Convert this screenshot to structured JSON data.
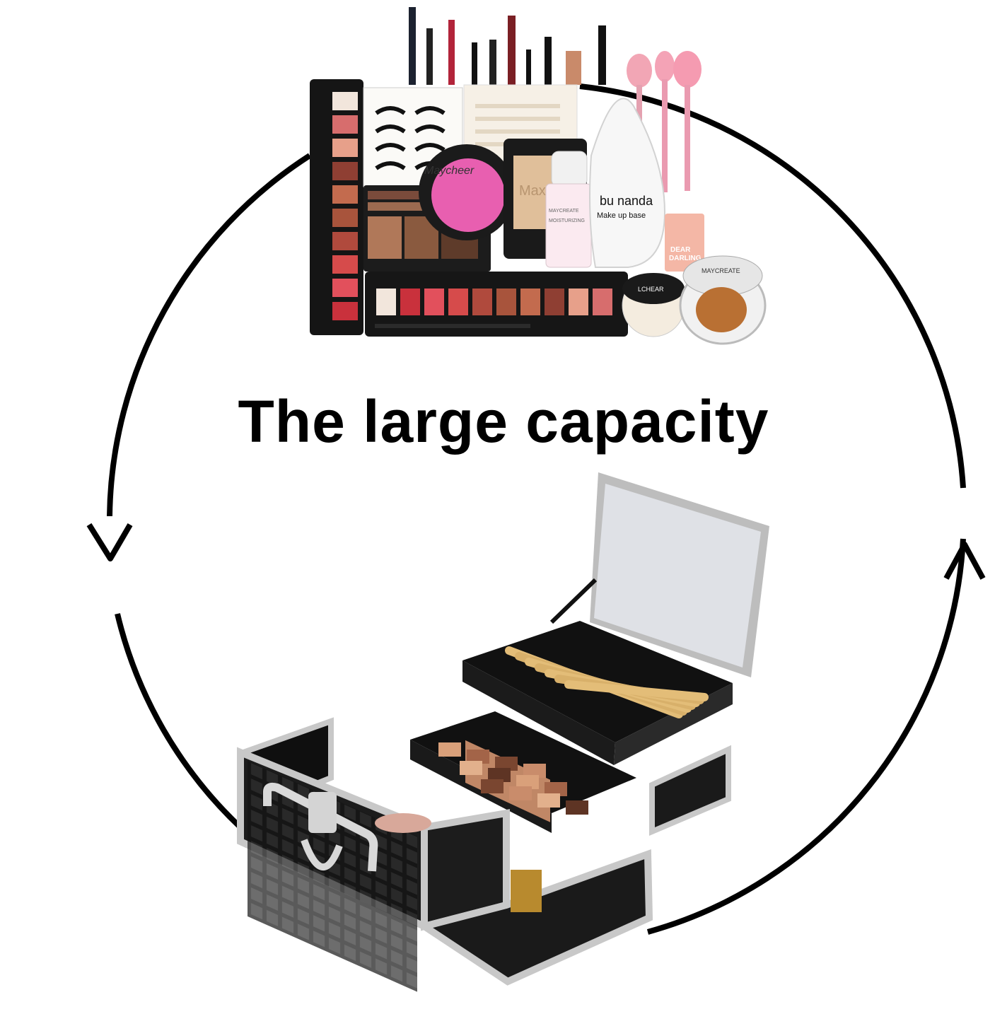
{
  "headline": "The large capacity",
  "products": {
    "blush_brand": "Maycheer",
    "powder_brand": "Max",
    "spray_brand": "MAYCREATE",
    "spray_line1": "MOISTURIZING",
    "egg_line1": "bu nanda",
    "egg_line2": "Make up base",
    "gloss_line1": "DEAR",
    "gloss_line2": "DARLING",
    "loose_powder_brand": "LCHEAR",
    "cushion_brand": "MAYCREATE"
  },
  "colors": {
    "arrow": "#000000",
    "case_body": "#1a1a1a",
    "case_trim": "#c8c8c8",
    "mirror": "#d9dce3",
    "blush": "#e85fb0",
    "palette_reds": [
      "#c9313c",
      "#e2505c",
      "#d64b4b",
      "#b04a3d",
      "#a8543c",
      "#c36b4e",
      "#8f3f33",
      "#e7a08a",
      "#d76d6d",
      "#f2e6dc"
    ]
  }
}
